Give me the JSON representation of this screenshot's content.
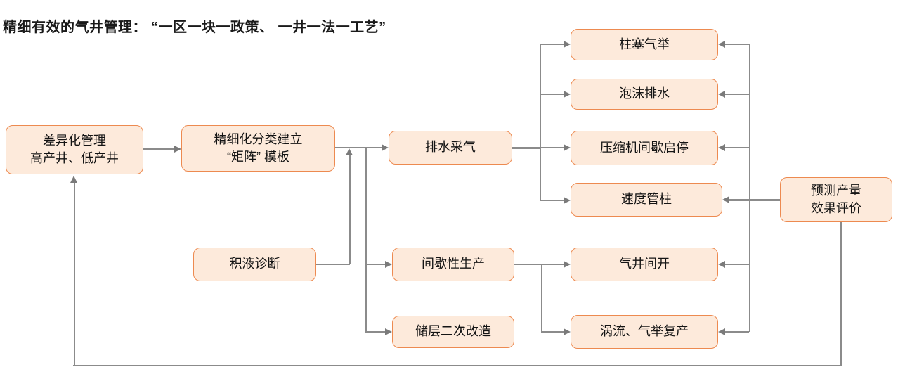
{
  "title": "精细有效的气井管理： “一区一块一政策、 一井一法一工艺”",
  "colors": {
    "box_fill": "#FDEADB",
    "box_border": "#ED8A50",
    "connector": "#8B8B8B",
    "text": "#141414"
  },
  "nodes": {
    "diff_mgmt": {
      "line1": "差异化管理",
      "line2": "高产井、低产井"
    },
    "matrix": {
      "line1": "精细化分类建立",
      "line2": "“矩阵” 模板"
    },
    "liquid_diag": {
      "line1": "积液诊断"
    },
    "drainage": {
      "line1": "排水采气"
    },
    "intermittent_prod": {
      "line1": "间歇性生产"
    },
    "reservoir_restim": {
      "line1": "储层二次改造"
    },
    "plunger": {
      "line1": "柱塞气举"
    },
    "foam": {
      "line1": "泡沫排水"
    },
    "compressor": {
      "line1": "压缩机间歇启停"
    },
    "velocity_string": {
      "line1": "速度管柱"
    },
    "well_open": {
      "line1": "气井间开"
    },
    "vortex": {
      "line1": "涡流、气举复产"
    },
    "predict": {
      "line1": "预测产量",
      "line2": "效果评价"
    }
  }
}
